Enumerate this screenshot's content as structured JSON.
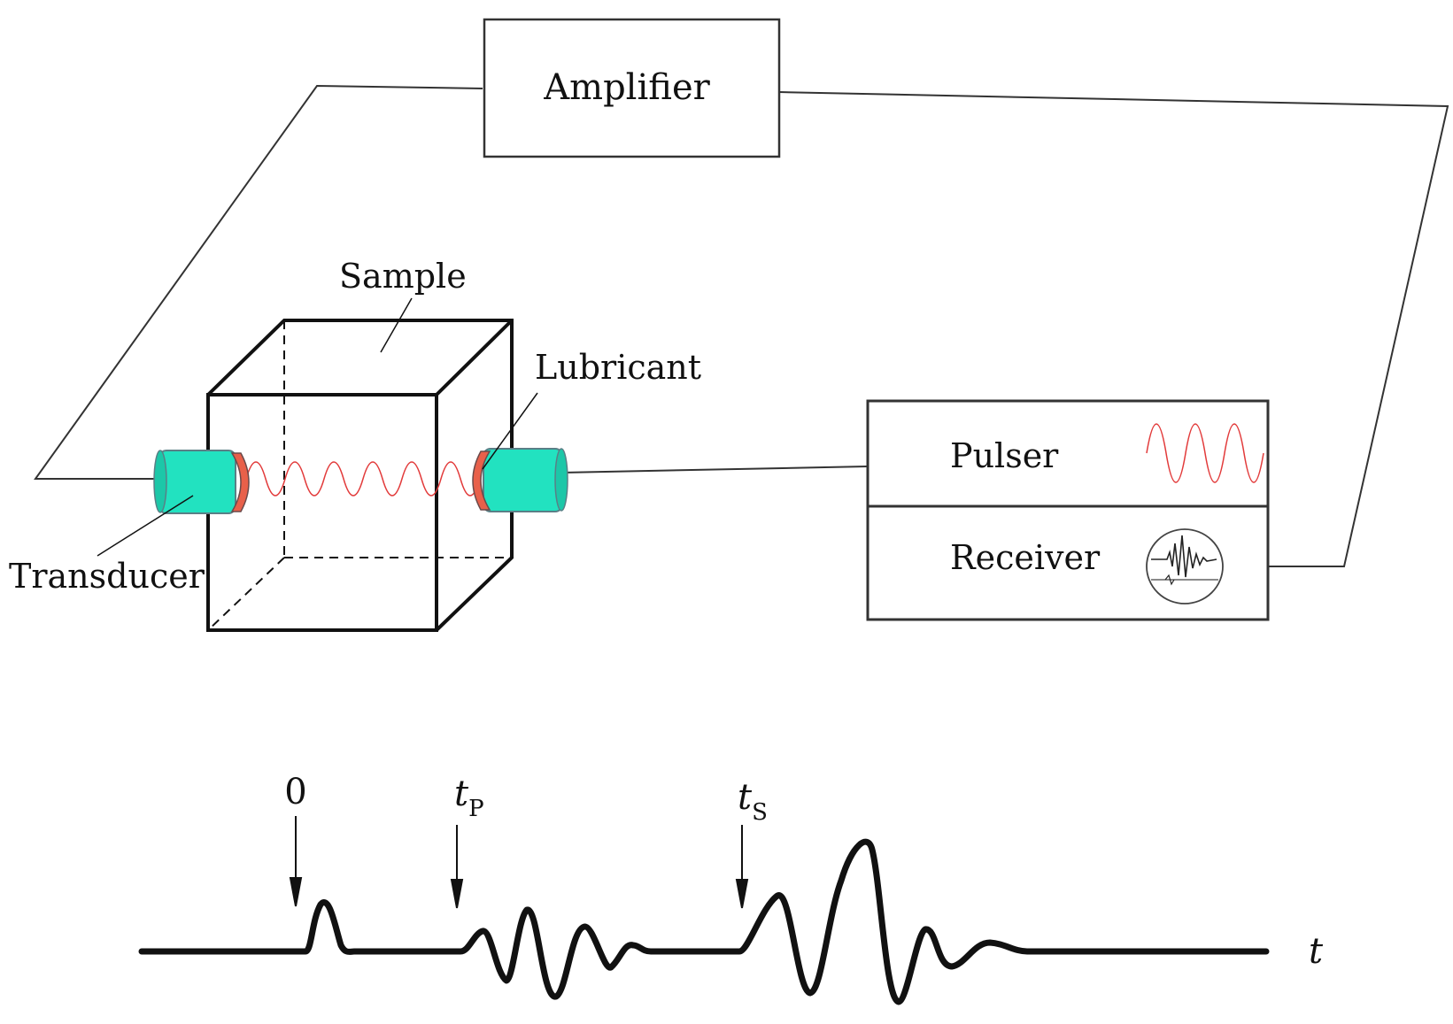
{
  "amplifier": {
    "label": "Amplifier"
  },
  "sample": {
    "label": "Sample"
  },
  "lubricant": {
    "label": "Lubricant"
  },
  "transducer": {
    "label": "Transducer"
  },
  "pulser": {
    "label": "Pulser"
  },
  "receiver": {
    "label": "Receiver"
  },
  "timeline": {
    "zero_label": "0",
    "tp_label": "t",
    "tp_sub": "P",
    "ts_label": "t",
    "ts_sub": "S",
    "axis_label": "t"
  },
  "colors": {
    "transducer_fill": "#22e2c0",
    "lubricant_fill": "#e8604a",
    "wave": "#e23a3a",
    "line": "#111111"
  }
}
